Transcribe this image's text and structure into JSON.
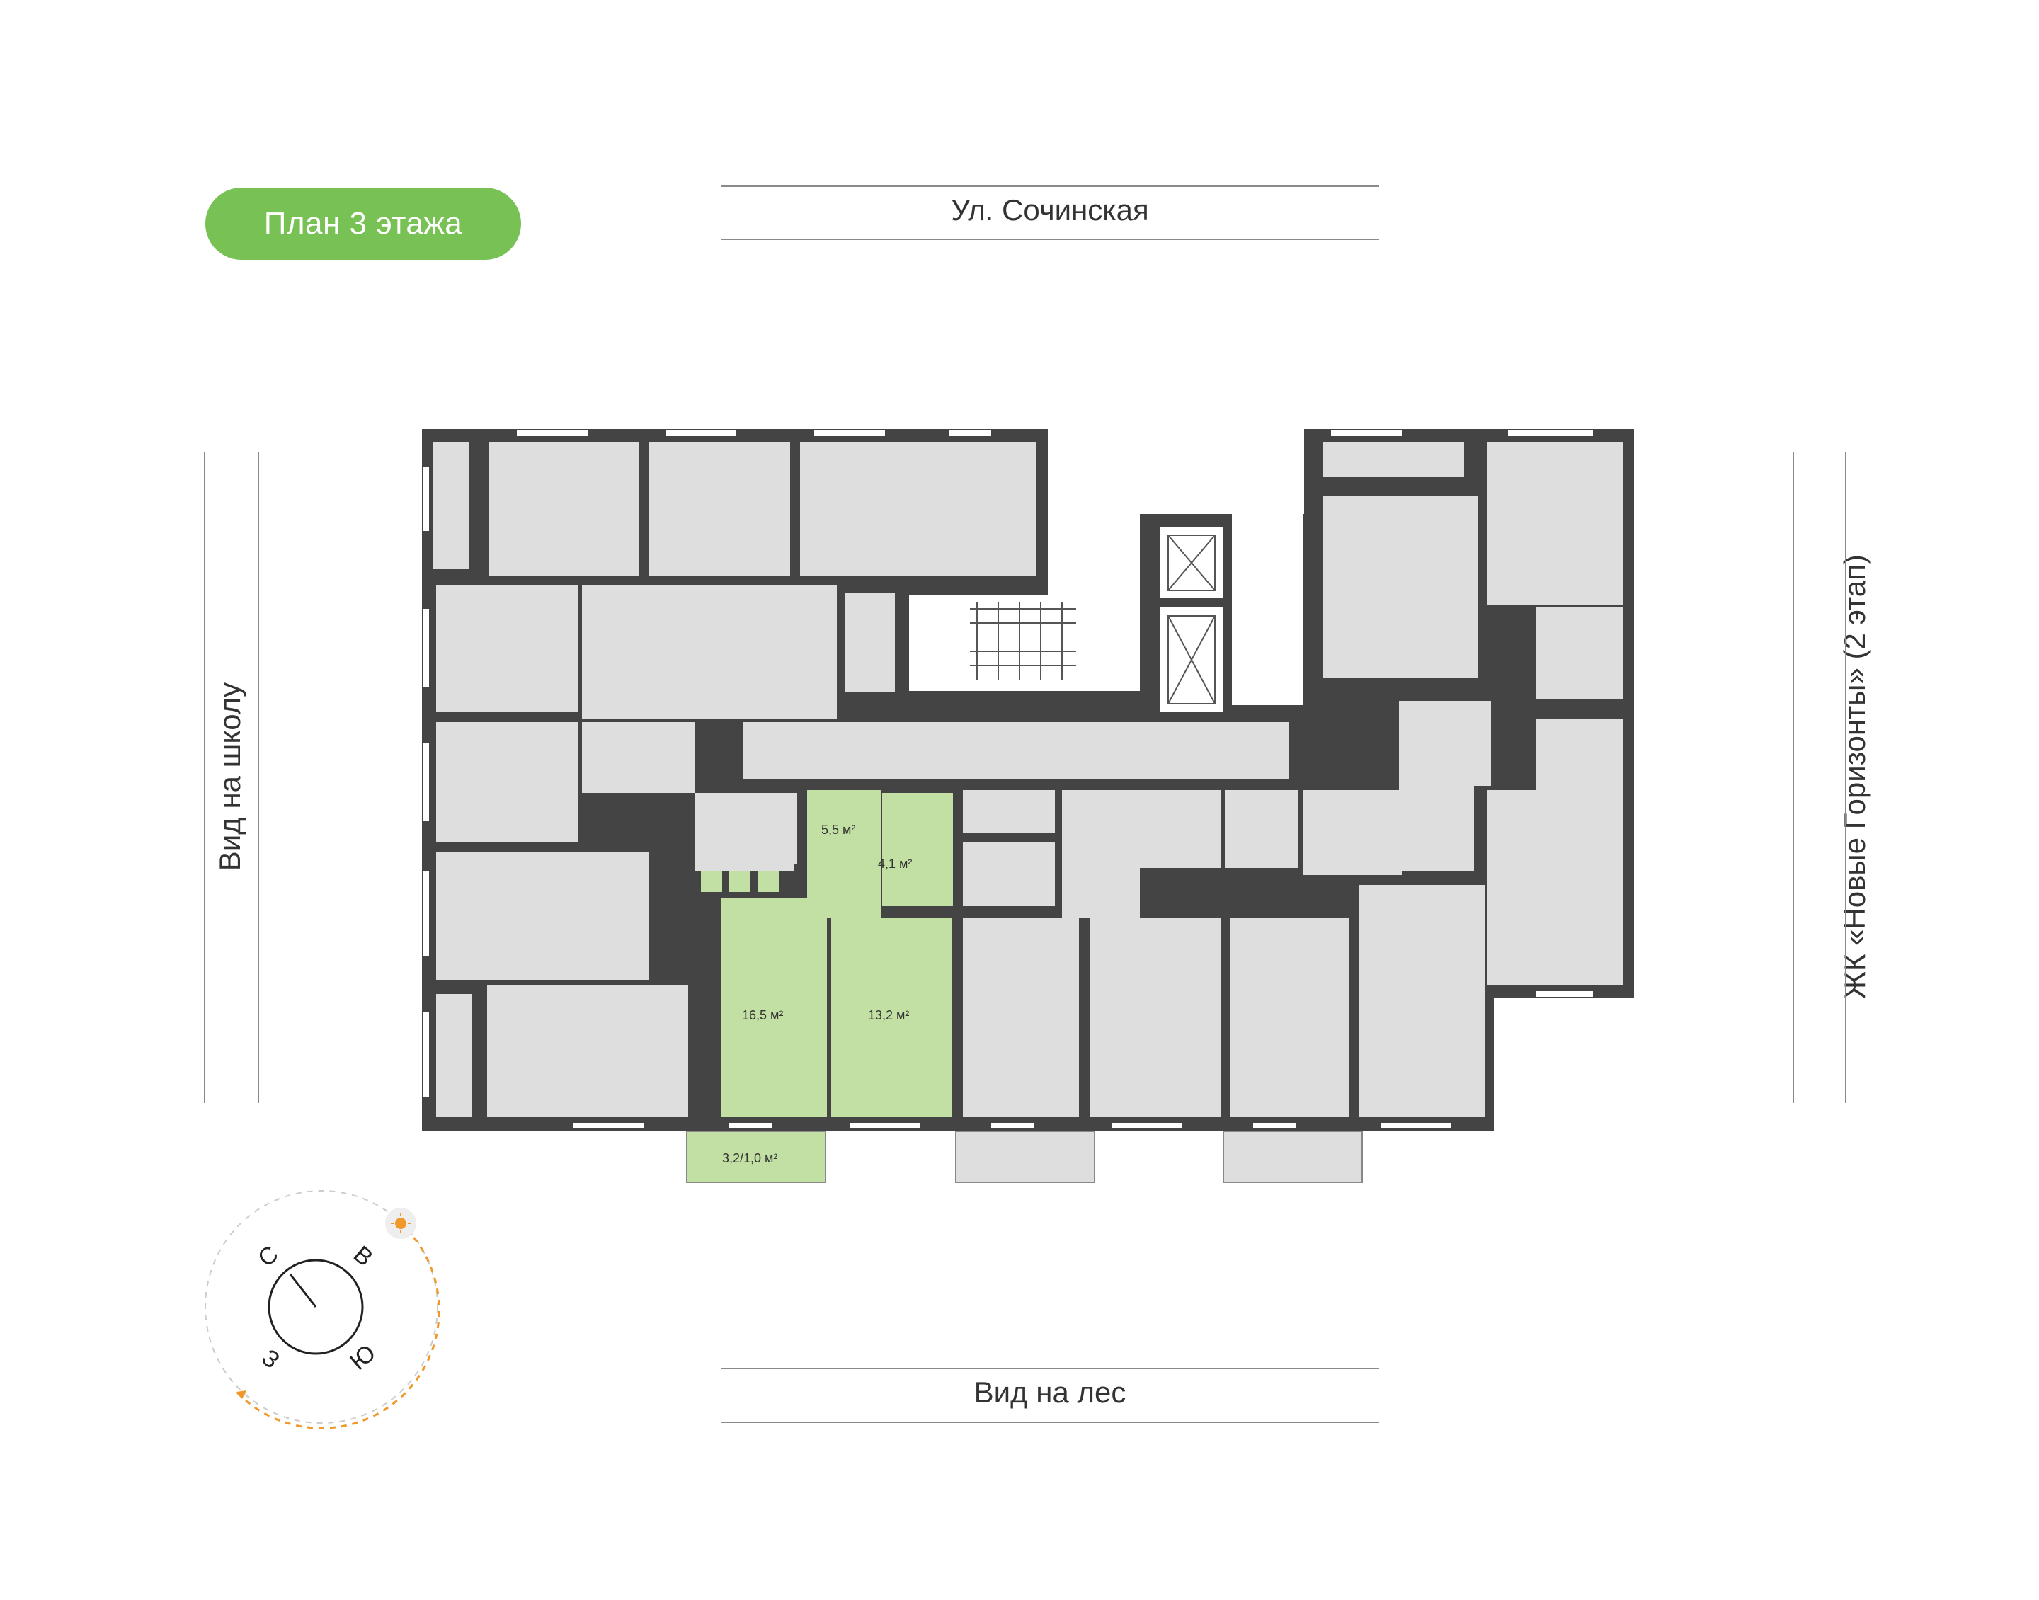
{
  "plan": {
    "floor_title": "План 3 этажа",
    "street_top": "Ул. Сочинская",
    "view_bottom": "Вид на лес",
    "view_left": "Вид на школу",
    "view_right": "ЖК «Новые Горизонты» (2 этап)"
  },
  "apartment": {
    "rooms": [
      {
        "area": "5,5 м²"
      },
      {
        "area": "4,1 м²"
      },
      {
        "area": "16,5 м²"
      },
      {
        "area": "13,2 м²"
      },
      {
        "area": "3,2/1,0 м²"
      }
    ]
  },
  "compass": {
    "north": "С",
    "east": "В",
    "south": "Ю",
    "west": "З",
    "sun_icon": "sun-icon"
  },
  "colors": {
    "highlight": "#c3e0a4",
    "accent": "#78c155",
    "wall": "#444444",
    "room": "#dedede",
    "sun": "#f0982a"
  }
}
